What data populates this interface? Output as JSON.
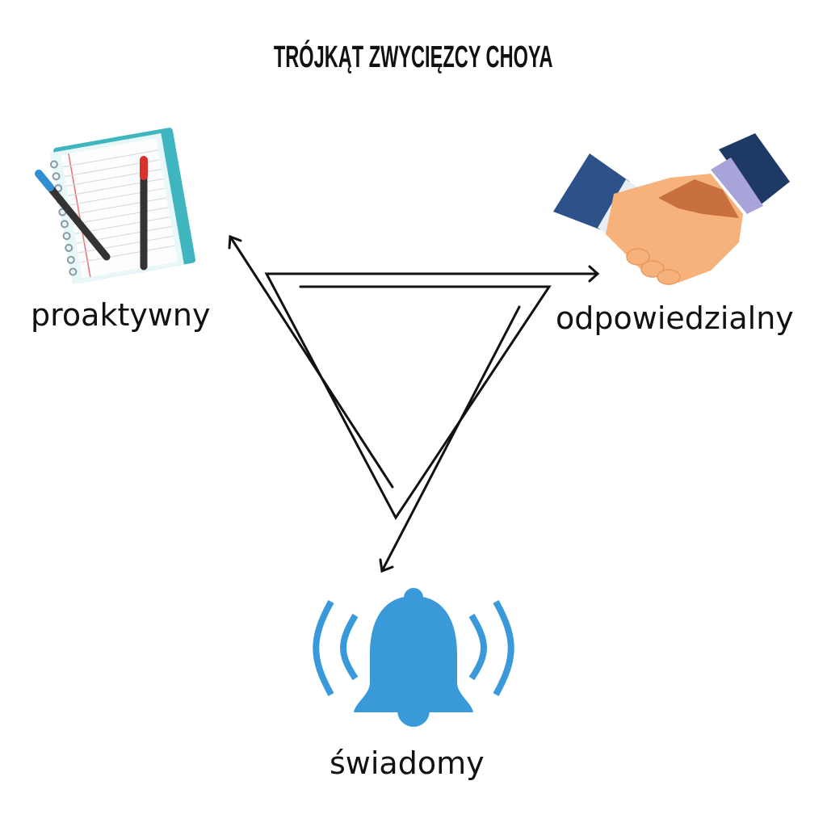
{
  "title": "TRÓJKĄT ZWYCIĘZCY CHOYA",
  "labels": {
    "proactive": "proaktywny",
    "responsible": "odpowiedzialny",
    "aware": "świadomy"
  },
  "icons": {
    "proactive": "notebook-pen-icon",
    "responsible": "handshake-icon",
    "aware": "ringing-bell-icon"
  },
  "colors": {
    "bell": "#3a9ad9",
    "line": "#111111"
  }
}
